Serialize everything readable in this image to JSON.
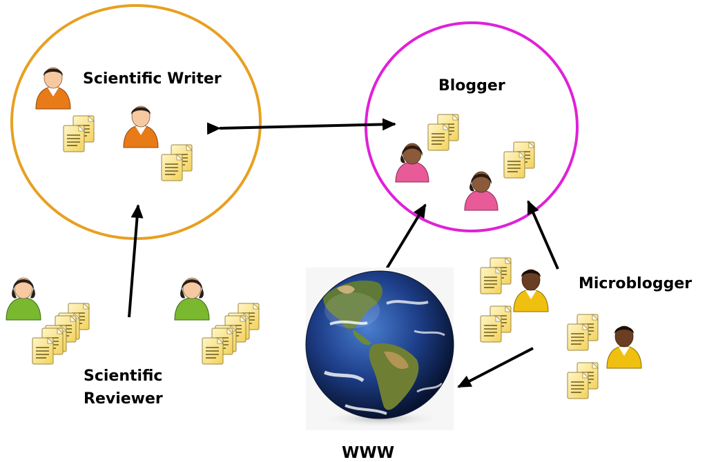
{
  "labels": {
    "scientific_writer": "Scientific Writer",
    "blogger": "Blogger",
    "microblogger": "Microblogger",
    "scientific_reviewer_line1": "Scientific",
    "scientific_reviewer_line2": "Reviewer",
    "www": "WWW"
  },
  "colors": {
    "writer_circle": "#E8A020",
    "blogger_circle": "#E020D8",
    "writer_person": "#E87A18",
    "blogger_person": "#E85A98",
    "reviewer_person": "#7AB830",
    "microblogger_person": "#F0C010",
    "document": "#FBE48A",
    "arrow": "#000000"
  },
  "icons": {
    "person": "person-icon",
    "document": "document-stack-icon",
    "globe": "globe-icon"
  }
}
